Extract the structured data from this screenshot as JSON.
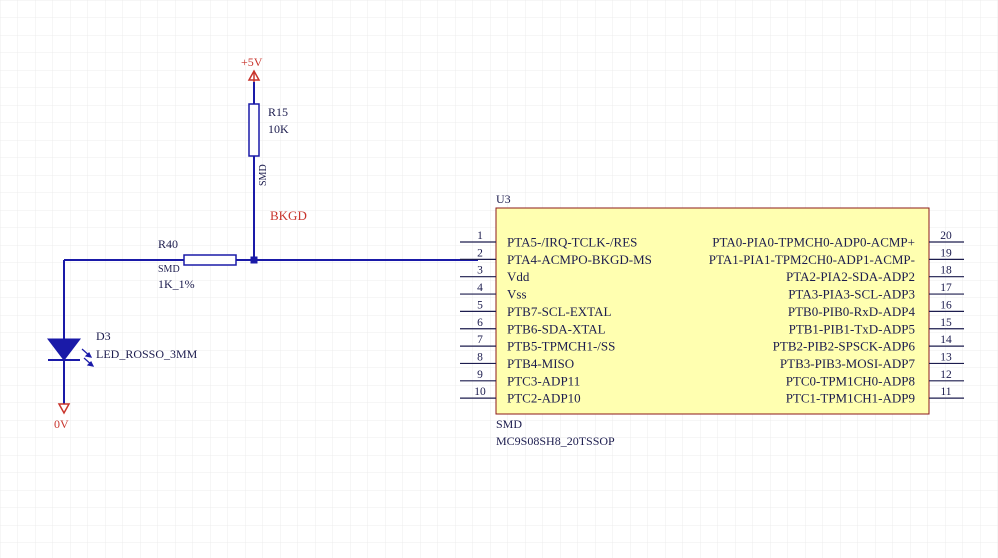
{
  "colors": {
    "wire": "#1a1aa8",
    "body_stroke": "#8b1a1a",
    "ic_fill": "#ffffb0",
    "power": "#c8332b",
    "grid": "#ececec",
    "text": "#1c1c4e"
  },
  "power": {
    "vcc_label": "+5V",
    "gnd_label": "0V"
  },
  "net": {
    "bkgd": "BKGD"
  },
  "r15": {
    "designator": "R15",
    "value": "10K",
    "package": "SMD"
  },
  "r40": {
    "designator": "R40",
    "value": "1K_1%",
    "package": "SMD"
  },
  "d3": {
    "designator": "D3",
    "value": "LED_ROSSO_3MM"
  },
  "u3": {
    "designator": "U3",
    "package": "SMD",
    "part": "MC9S08SH8_20TSSOP",
    "left_pins": [
      {
        "num": "1",
        "name": "PTA5-/IRQ-TCLK-/RES"
      },
      {
        "num": "2",
        "name": "PTA4-ACMPO-BKGD-MS"
      },
      {
        "num": "3",
        "name": "Vdd"
      },
      {
        "num": "4",
        "name": "Vss"
      },
      {
        "num": "5",
        "name": "PTB7-SCL-EXTAL"
      },
      {
        "num": "6",
        "name": "PTB6-SDA-XTAL"
      },
      {
        "num": "7",
        "name": "PTB5-TPMCH1-/SS"
      },
      {
        "num": "8",
        "name": "PTB4-MISO"
      },
      {
        "num": "9",
        "name": "PTC3-ADP11"
      },
      {
        "num": "10",
        "name": "PTC2-ADP10"
      }
    ],
    "right_pins": [
      {
        "num": "20",
        "name": "PTA0-PIA0-TPMCH0-ADP0-ACMP+"
      },
      {
        "num": "19",
        "name": "PTA1-PIA1-TPM2CH0-ADP1-ACMP-"
      },
      {
        "num": "18",
        "name": "PTA2-PIA2-SDA-ADP2"
      },
      {
        "num": "17",
        "name": "PTA3-PIA3-SCL-ADP3"
      },
      {
        "num": "16",
        "name": "PTB0-PIB0-RxD-ADP4"
      },
      {
        "num": "15",
        "name": "PTB1-PIB1-TxD-ADP5"
      },
      {
        "num": "14",
        "name": "PTB2-PIB2-SPSCK-ADP6"
      },
      {
        "num": "13",
        "name": "PTB3-PIB3-MOSI-ADP7"
      },
      {
        "num": "12",
        "name": "PTC0-TPM1CH0-ADP8"
      },
      {
        "num": "11",
        "name": "PTC1-TPM1CH1-ADP9"
      }
    ]
  }
}
